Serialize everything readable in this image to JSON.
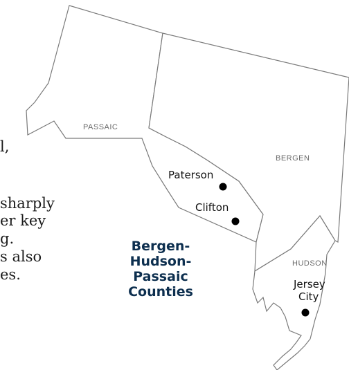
{
  "body_text": {
    "line1": "l,",
    "line2": "sharply",
    "line3": "er key",
    "line4": "g.",
    "line5": "s also",
    "line6": "es."
  },
  "map": {
    "counties": {
      "passaic": "PASSAIC",
      "bergen": "BERGEN",
      "hudson": "HUDSON"
    },
    "cities": {
      "paterson": "Paterson",
      "clifton": "Clifton",
      "jersey_city_line1": "Jersey",
      "jersey_city_line2": "City"
    },
    "title": {
      "line1": "Bergen-",
      "line2": "Hudson-",
      "line3": "Passaic",
      "line4": "Counties"
    },
    "colors": {
      "outline": "#7a7a7a",
      "title": "#0d2f4f",
      "city_dot": "#000000",
      "land": "#ffffff"
    }
  }
}
